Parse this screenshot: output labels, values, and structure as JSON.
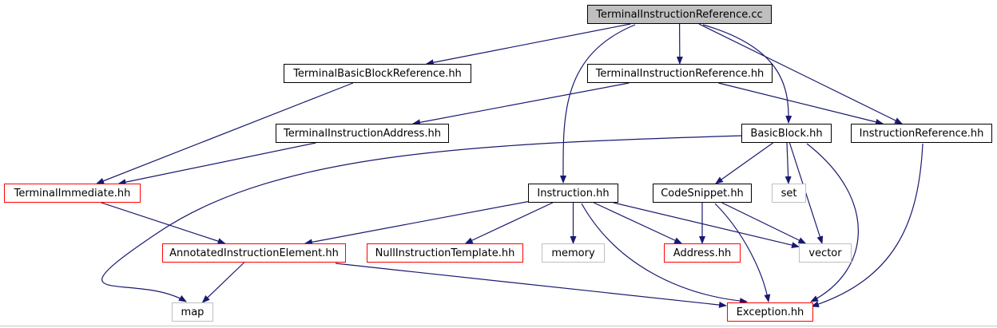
{
  "diagram": {
    "nodes": {
      "root": {
        "label": "TerminalInstructionReference.cc",
        "style": "root"
      },
      "tbbr": {
        "label": "TerminalBasicBlockReference.hh",
        "style": "normal"
      },
      "tirh": {
        "label": "TerminalInstructionReference.hh",
        "style": "normal"
      },
      "tia": {
        "label": "TerminalInstructionAddress.hh",
        "style": "normal"
      },
      "bb": {
        "label": "BasicBlock.hh",
        "style": "normal"
      },
      "ir": {
        "label": "InstructionReference.hh",
        "style": "normal"
      },
      "ti": {
        "label": "TerminalImmediate.hh",
        "style": "red"
      },
      "ins": {
        "label": "Instruction.hh",
        "style": "normal"
      },
      "cs": {
        "label": "CodeSnippet.hh",
        "style": "normal"
      },
      "set": {
        "label": "set",
        "style": "gray"
      },
      "aie": {
        "label": "AnnotatedInstructionElement.hh",
        "style": "red"
      },
      "nit": {
        "label": "NullInstructionTemplate.hh",
        "style": "red"
      },
      "mem": {
        "label": "memory",
        "style": "gray"
      },
      "addr": {
        "label": "Address.hh",
        "style": "red"
      },
      "vec": {
        "label": "vector",
        "style": "gray"
      },
      "map": {
        "label": "map",
        "style": "gray"
      },
      "exc": {
        "label": "Exception.hh",
        "style": "red"
      }
    },
    "edges": [
      [
        "root",
        "tbbr"
      ],
      [
        "root",
        "tirh"
      ],
      [
        "root",
        "ins"
      ],
      [
        "root",
        "bb"
      ],
      [
        "root",
        "ir"
      ],
      [
        "tbbr",
        "ti"
      ],
      [
        "tirh",
        "tia"
      ],
      [
        "tirh",
        "ir"
      ],
      [
        "tia",
        "ti"
      ],
      [
        "ti",
        "aie"
      ],
      [
        "bb",
        "map"
      ],
      [
        "bb",
        "cs"
      ],
      [
        "bb",
        "set"
      ],
      [
        "bb",
        "vec"
      ],
      [
        "bb",
        "exc"
      ],
      [
        "ir",
        "exc"
      ],
      [
        "ins",
        "aie"
      ],
      [
        "ins",
        "nit"
      ],
      [
        "ins",
        "mem"
      ],
      [
        "ins",
        "addr"
      ],
      [
        "ins",
        "vec"
      ],
      [
        "ins",
        "exc"
      ],
      [
        "cs",
        "addr"
      ],
      [
        "cs",
        "vec"
      ],
      [
        "cs",
        "exc"
      ],
      [
        "aie",
        "map"
      ],
      [
        "aie",
        "exc"
      ]
    ],
    "colors": {
      "edge": "#191970",
      "root_fill": "#bfbfbf",
      "red_border": "#ff0000",
      "gray_border": "#bfbfbf"
    }
  }
}
